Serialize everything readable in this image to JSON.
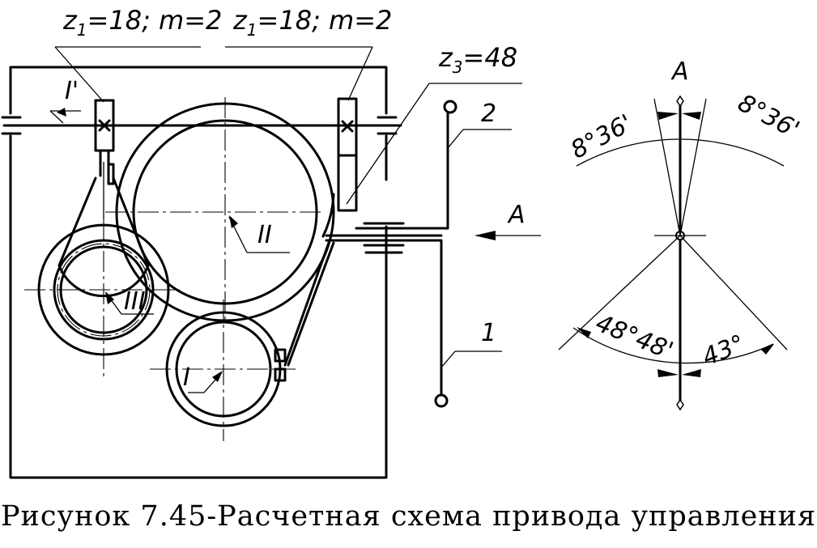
{
  "labels": {
    "gear_left": {
      "main": "z",
      "sub": "1",
      "rest": "=18;  m=2"
    },
    "gear_right": {
      "main": "z",
      "sub": "1",
      "rest": "=18;  m=2"
    },
    "gear_z3": {
      "main": "z",
      "sub": "3",
      "rest": "=48"
    },
    "shaft_I_prime": "I'",
    "shaft_I": "I",
    "shaft_II": "II",
    "shaft_III": "III",
    "lever_1": "1",
    "lever_2": "2",
    "view_arrow": "A",
    "view_title": "A",
    "angle_top_left": "8°36'",
    "angle_top_right": "8°36'",
    "angle_bottom_left": "48°48'",
    "angle_bottom_right": "43°"
  },
  "caption": "Рисунок 7.45-Расчетная схема привода управления"
}
